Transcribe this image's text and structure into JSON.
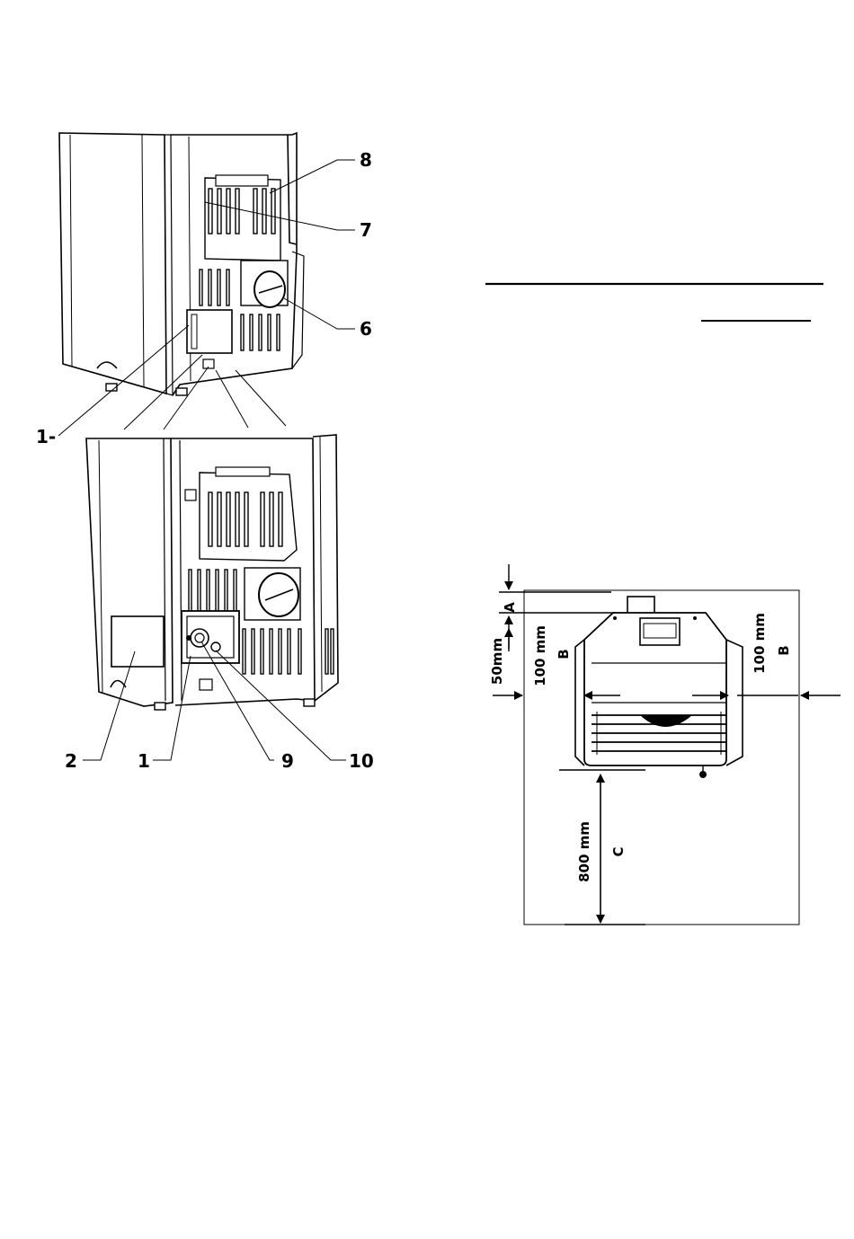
{
  "figure_top": {
    "callouts": {
      "c8": "8",
      "c7": "7",
      "c6": "6",
      "c1": "1-"
    }
  },
  "figure_bottom": {
    "callouts": {
      "c2": "2",
      "c1": "1",
      "c9": "9",
      "c10": "10"
    }
  },
  "clearance_diagram": {
    "labels": {
      "a": "A",
      "b_left": "B",
      "b_right": "B",
      "c": "C",
      "dim_50": "50mm",
      "dim_100_left": "100 mm",
      "dim_100_right": "100 mm",
      "dim_800": "800 mm"
    }
  }
}
